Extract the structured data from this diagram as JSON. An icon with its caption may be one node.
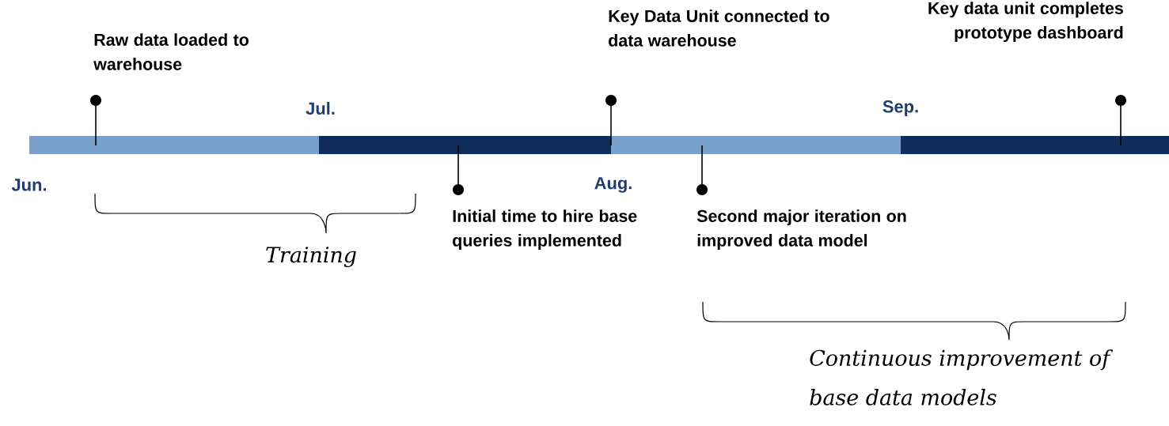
{
  "diagram": {
    "labels": [
      "Raw data loaded to warehouse",
      "Key Data Unit connected to data warehouse",
      "Key data unit completes prototype dashboard",
      "Jul.",
      "Sep.",
      "Jun.",
      "Aug.",
      "Initial time to hire base queries implemented",
      "Second major iteration on improved data model",
      "Training",
      "Continuous improvement of base data models"
    ]
  }
}
